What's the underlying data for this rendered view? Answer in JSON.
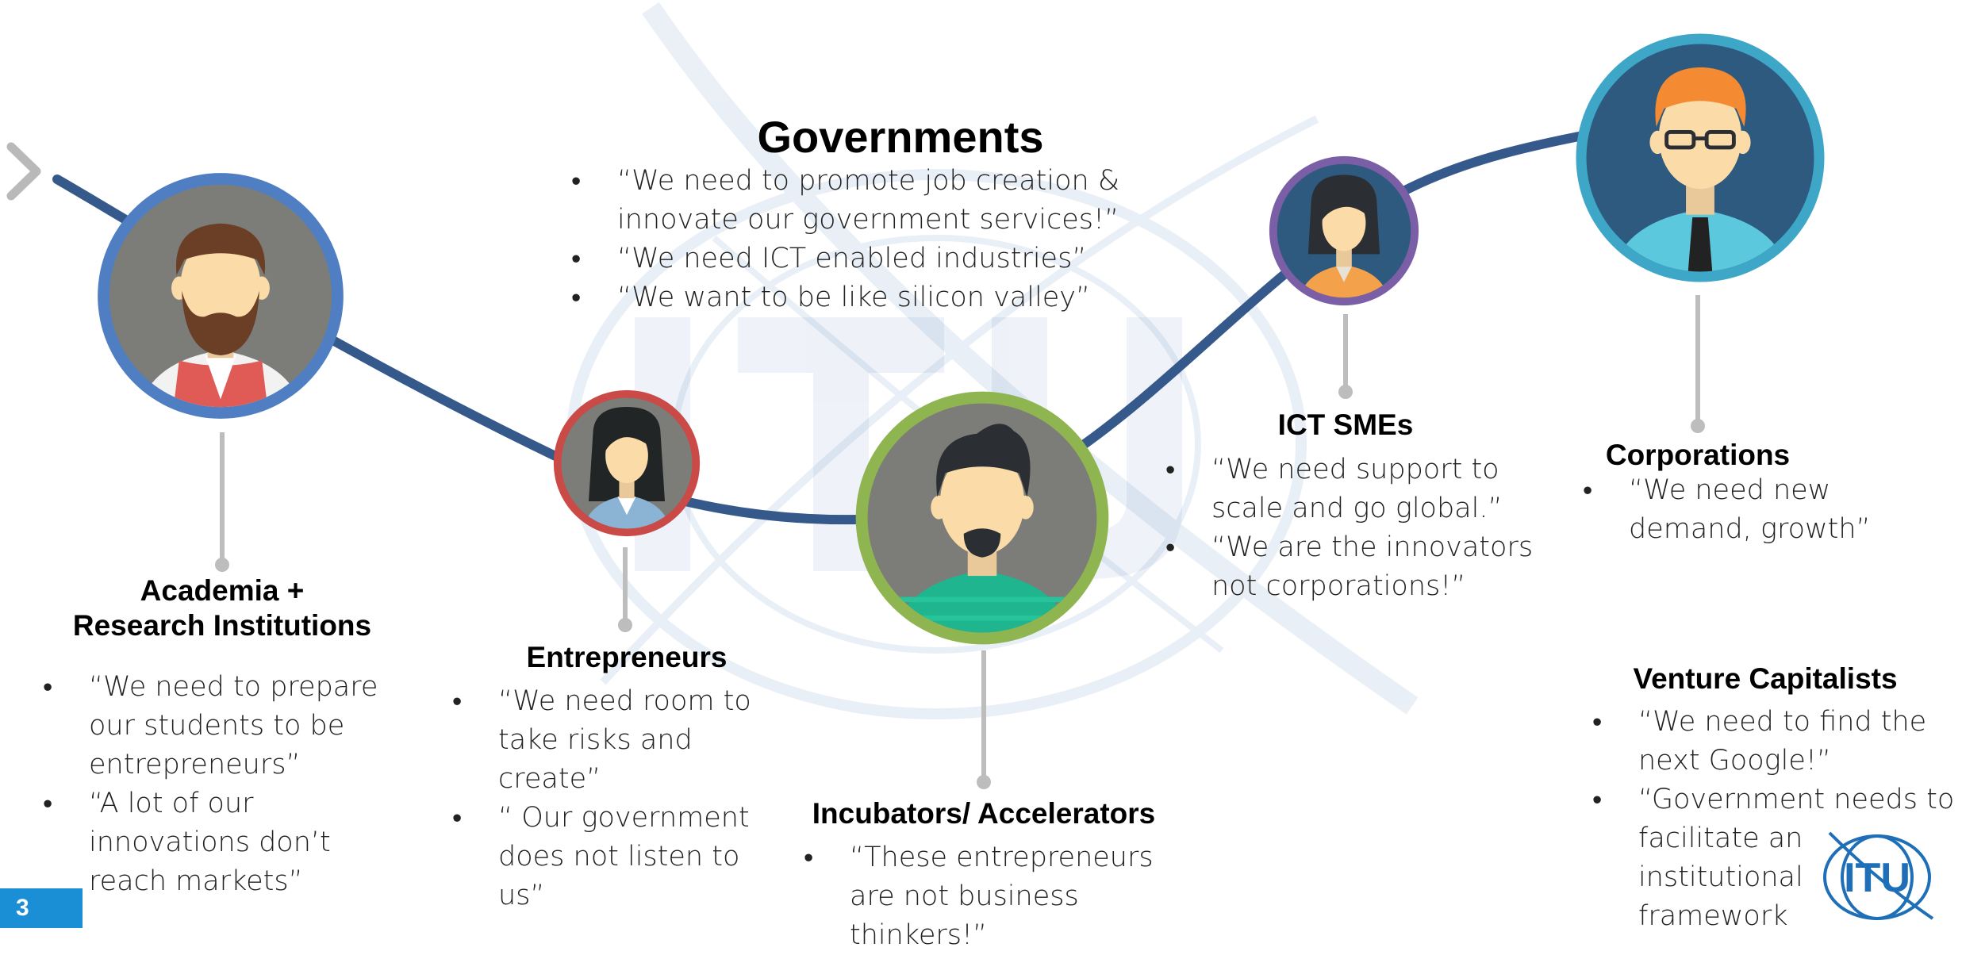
{
  "slide": {
    "page_number": "3",
    "watermark_text": "ITU",
    "logo_text": "ITU"
  },
  "governments": {
    "title": "Governments",
    "quotes": [
      "“We need to promote job creation & innovate our government services!”",
      "“We need ICT enabled industries”",
      "“We want to be like silicon valley”"
    ]
  },
  "academia": {
    "title_line1": "Academia +",
    "title_line2": "Research Institutions",
    "quotes": [
      "“We need to prepare our students to be entrepreneurs”",
      "“A lot of our innovations don’t reach markets”"
    ]
  },
  "entrepreneurs": {
    "title": "Entrepreneurs",
    "quotes": [
      "“We need room to take risks and create”",
      "“ Our government does not listen to us”"
    ]
  },
  "incubators": {
    "title": "Incubators/ Accelerators",
    "quotes": [
      "“These entrepreneurs are not business thinkers!”"
    ]
  },
  "ict_smes": {
    "title": "ICT SMEs",
    "quotes": [
      "“We need support to scale and go global.”",
      "“We are the innovators not corporations!”"
    ]
  },
  "corporations": {
    "title": "Corporations",
    "quotes": [
      "“We need new demand, growth”"
    ]
  },
  "venture_capitalists": {
    "title": "Venture Capitalists",
    "quotes": [
      "“We need to find the next Google!”",
      "“Government needs to facilitate an institutional framework"
    ]
  },
  "colors": {
    "path": "#35598a",
    "academia_ring": "#4f7fc2",
    "entrepreneurs_ring": "#c94a46",
    "incubators_ring": "#8fb551",
    "smes_ring": "#7a5ea6",
    "corporations_ring": "#3ea6c6",
    "connector": "#bdbdbd",
    "page_badge": "#1b8fd6"
  }
}
